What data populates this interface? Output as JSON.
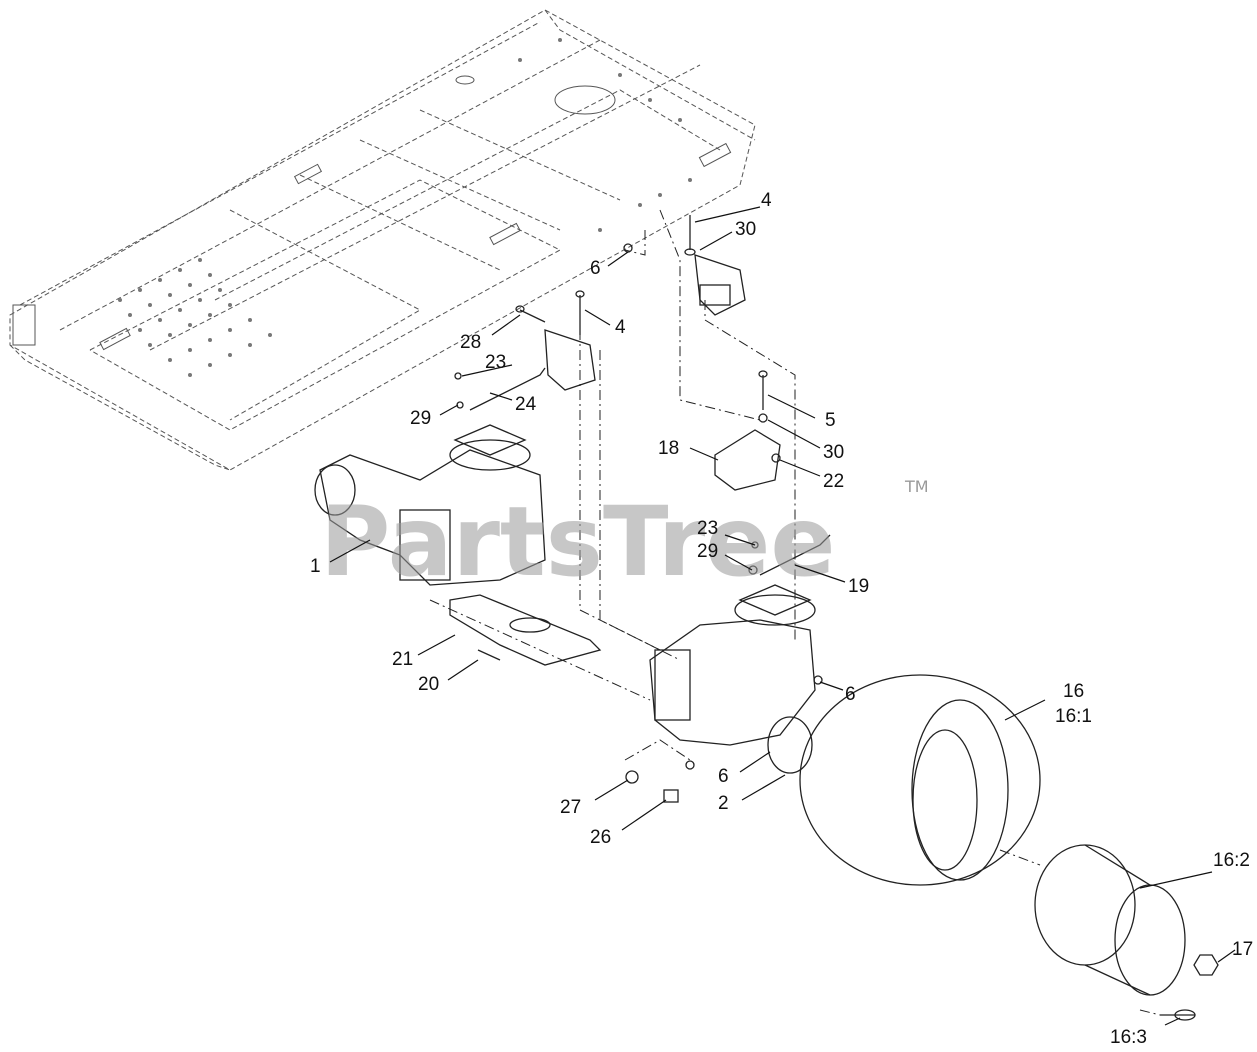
{
  "watermark": {
    "text": "PartsTree",
    "tm": "TM"
  },
  "callouts": [
    {
      "id": "c4a",
      "text": "4"
    },
    {
      "id": "c30a",
      "text": "30"
    },
    {
      "id": "c6a",
      "text": "6"
    },
    {
      "id": "c28",
      "text": "28"
    },
    {
      "id": "c4b",
      "text": "4"
    },
    {
      "id": "c23a",
      "text": "23"
    },
    {
      "id": "c29a",
      "text": "29"
    },
    {
      "id": "c24",
      "text": "24"
    },
    {
      "id": "c5",
      "text": "5"
    },
    {
      "id": "c18",
      "text": "18"
    },
    {
      "id": "c30b",
      "text": "30"
    },
    {
      "id": "c22",
      "text": "22"
    },
    {
      "id": "c1",
      "text": "1"
    },
    {
      "id": "c23b",
      "text": "23"
    },
    {
      "id": "c29b",
      "text": "29"
    },
    {
      "id": "c19",
      "text": "19"
    },
    {
      "id": "c21",
      "text": "21"
    },
    {
      "id": "c20",
      "text": "20"
    },
    {
      "id": "c6b",
      "text": "6"
    },
    {
      "id": "c16",
      "text": "16"
    },
    {
      "id": "c16_1",
      "text": "16:1"
    },
    {
      "id": "c6c",
      "text": "6"
    },
    {
      "id": "c2",
      "text": "2"
    },
    {
      "id": "c27",
      "text": "27"
    },
    {
      "id": "c26",
      "text": "26"
    },
    {
      "id": "c16_2",
      "text": "16:2"
    },
    {
      "id": "c17",
      "text": "17"
    },
    {
      "id": "c16_3",
      "text": "16:3"
    }
  ]
}
